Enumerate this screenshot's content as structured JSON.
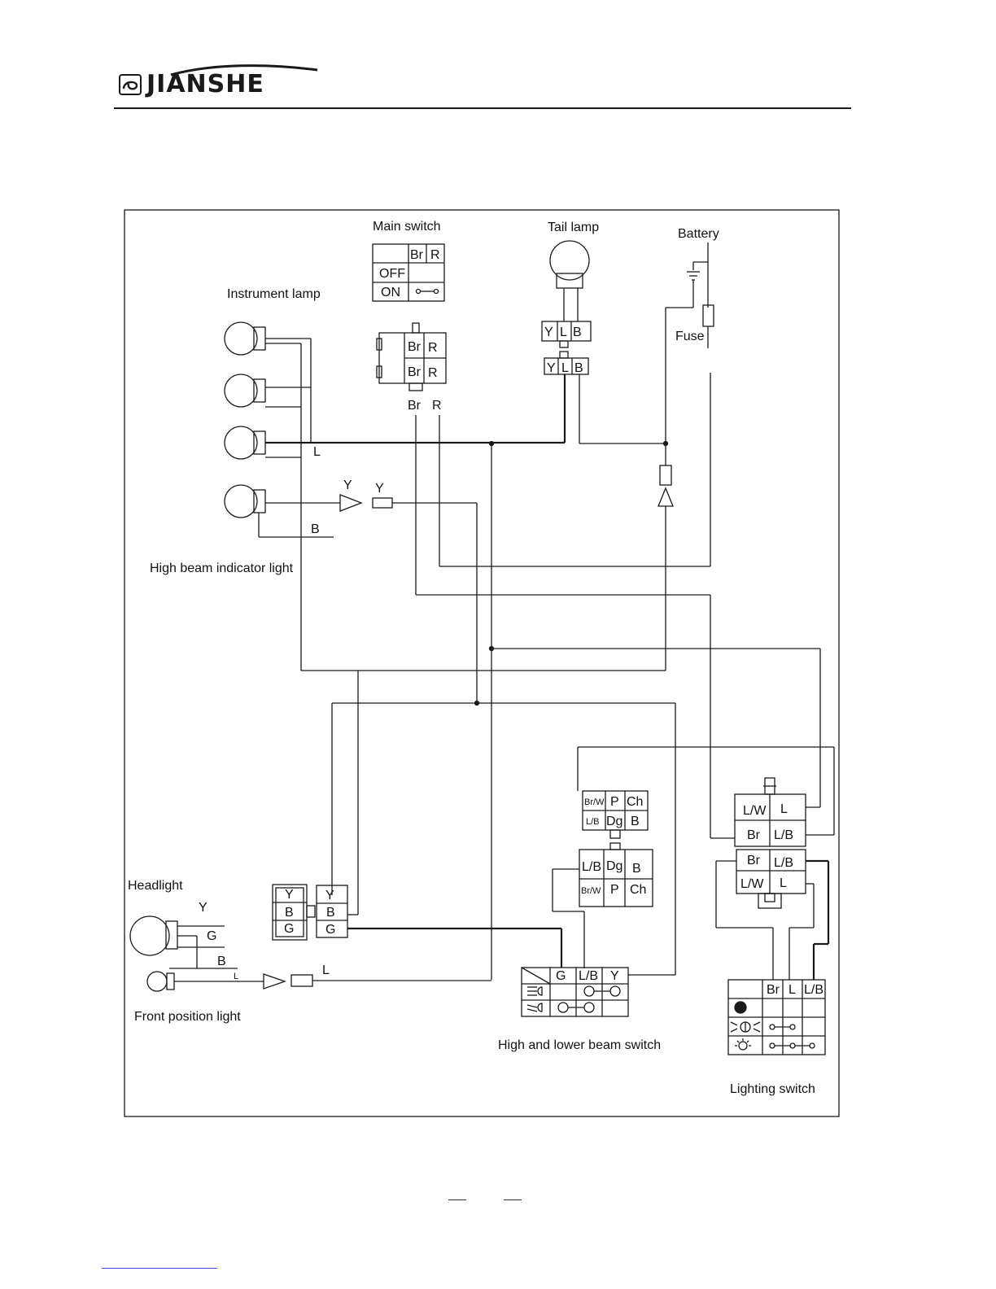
{
  "brand": {
    "name": "JIANSHE"
  },
  "labels": {
    "main_switch": "Main switch",
    "tail_lamp": "Tail lamp",
    "battery": "Battery",
    "fuse": "Fuse",
    "instrument_lamp": "Instrument lamp",
    "high_beam_indicator": "High beam indicator light",
    "headlight": "Headlight",
    "front_position_light": "Front position light",
    "beam_switch": "High and lower beam switch",
    "lighting_switch": "Lighting switch"
  },
  "main_switch_table": {
    "headers": [
      "Br",
      "R"
    ],
    "rows": [
      "OFF",
      "ON"
    ]
  },
  "wires": {
    "Br": "Br",
    "R": "R",
    "Y": "Y",
    "L": "L",
    "B": "B",
    "G": "G",
    "LW": "L/W",
    "LB": "L/B",
    "BrW": "Br/W",
    "P": "P",
    "Ch": "Ch",
    "Dg": "Dg"
  },
  "colors": {
    "line": "#1a1a1a"
  }
}
